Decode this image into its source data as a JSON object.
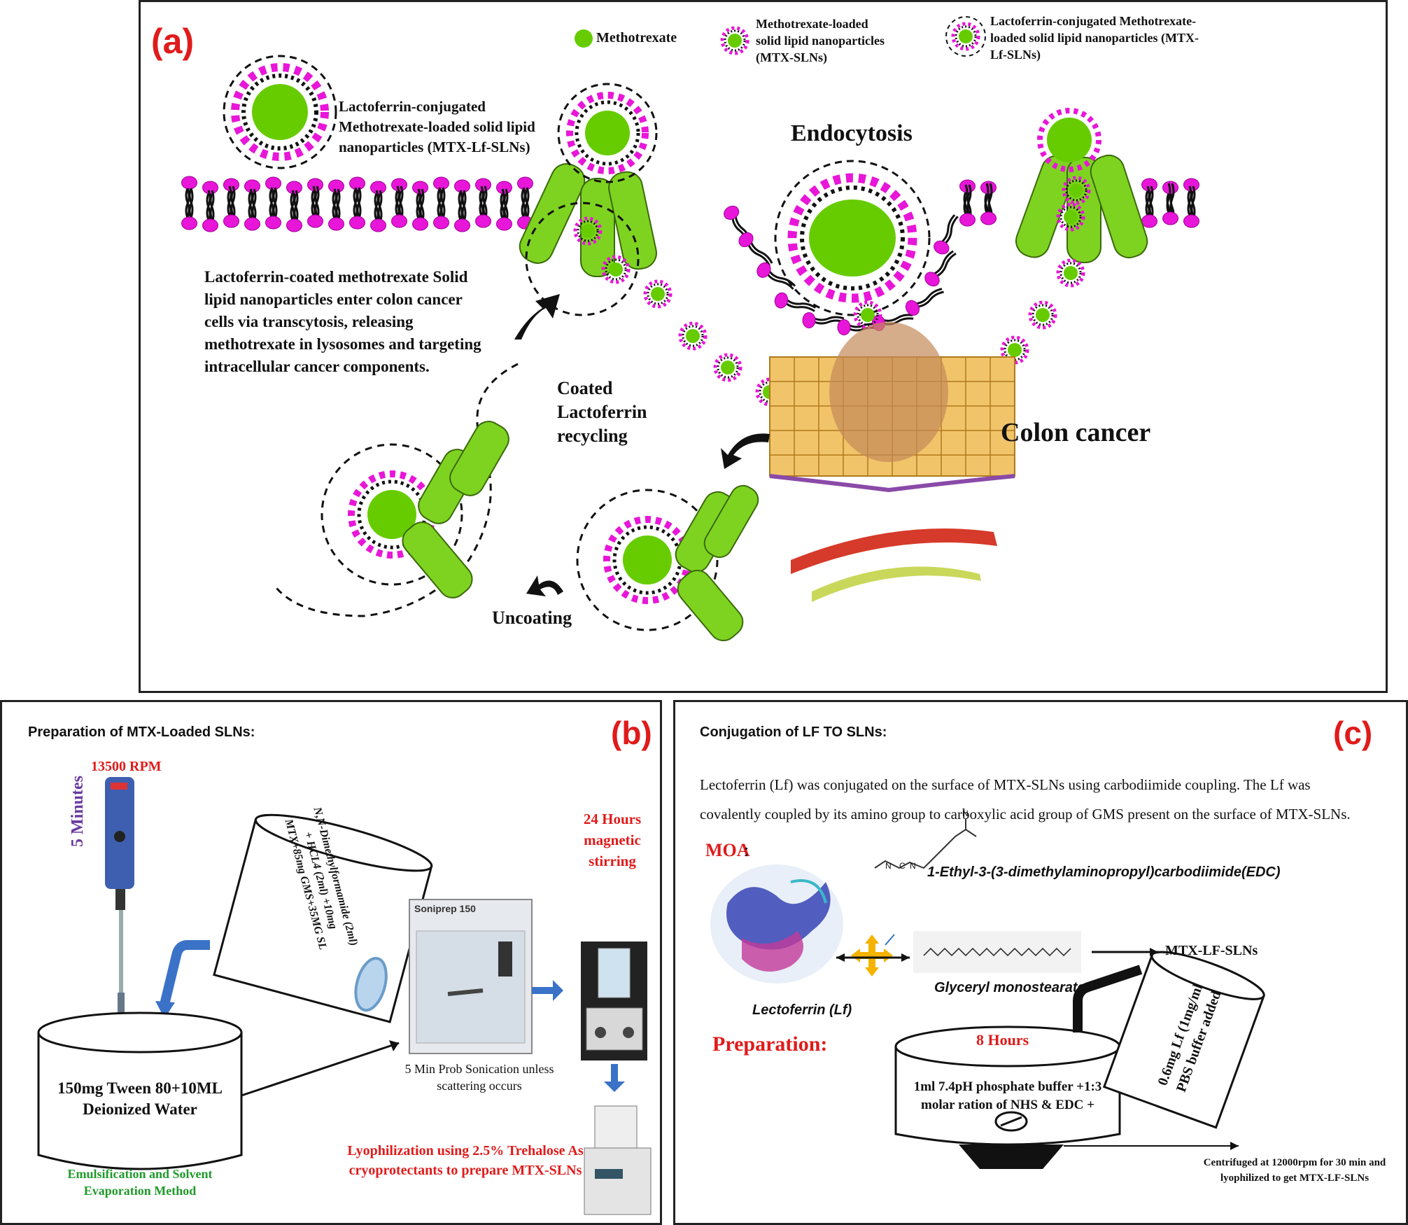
{
  "panel_a": {
    "tag": "(a)",
    "legend": {
      "mtx": "Methotrexate",
      "mtx_sln": "Methotrexate-loaded solid lipid nanoparticles (MTX-SLNs)",
      "mtx_lf_sln": "Lactoferrin-conjugated Methotrexate-loaded solid lipid nanoparticles (MTX-Lf-SLNs)"
    },
    "np_label": "Lactoferrin-conjugated Methotrexate-loaded solid lipid nanoparticles (MTX-Lf-SLNs)",
    "endocytosis": "Endocytosis",
    "description": "Lactoferrin-coated methotrexate Solid lipid nanoparticles enter colon cancer cells via transcytosis, releasing methotrexate in lysosomes and targeting intracellular cancer components.",
    "recycling": "Coated Lactoferrin recycling",
    "colon": "Colon cancer",
    "uncoating": "Uncoating"
  },
  "panel_b": {
    "tag": "(b)",
    "title": "Preparation of  MTX-Loaded SLNs:",
    "rpm": "13500 RPM",
    "time": "5 Minutes",
    "beaker_text": "150mg Tween 80+10ML Deionized Water",
    "pour_text": "N,N-Dimethylformamide (2ml) + HCL4 (2ml) +10mg MTX+85mg GMS+35MG SL",
    "method": "Emulsification and Solvent Evaporation Method",
    "soniprep": "Soniprep 150",
    "sonication": "5 Min Prob Sonication unless scattering occurs",
    "stirring": "24 Hours magnetic stirring",
    "lyophilization": "Lyophilization using 2.5% Trehalose As cryoprotectants to prepare MTX-SLNs"
  },
  "panel_c": {
    "tag": "(c)",
    "title": "Conjugation of LF TO SLNs:",
    "intro": "Lectoferrin (Lf) was conjugated on the surface of MTX-SLNs using carbodiimide coupling. The Lf was covalently coupled by its amino group  to carboxylic acid group of GMS present on the surface of MTX-SLNs.",
    "moa": "MOA",
    "edc": "1-Ethyl-3-(3-dimethylaminopropyl)carbodiimide(EDC)",
    "edc_atoms": [
      "N",
      "N",
      "C",
      "N"
    ],
    "lf": "Lectoferrin (Lf)",
    "gms": "Glyceryl monostearate",
    "product": "MTX-LF-SLNs",
    "preparation": "Preparation:",
    "hours": "8 Hours",
    "buffer": "1ml 7.4pH phosphate buffer +1:3 molar ration of NHS &  EDC +",
    "lf_added": "0.6mg Lf (1mg/ml PBS buffer added",
    "centrifuge": "Centrifuged at 12000rpm for 30 min and lyophilized to get MTX-LF-SLNs"
  },
  "colors": {
    "lactoferrin_green": "#7ed321",
    "lipid_head_magenta": "#e816d8",
    "methotrexate_green": "#66cc00",
    "accent_red": "#e01b1b",
    "method_green": "#1f9a2a",
    "time_purple": "#6a3aa0",
    "arrow_blue": "#3a72c8"
  }
}
